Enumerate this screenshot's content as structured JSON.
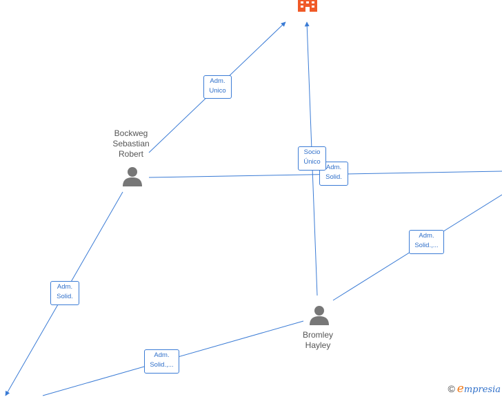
{
  "nodes": {
    "person1": {
      "name_lines": [
        "Bockweg",
        "Sebastian",
        "Robert"
      ]
    },
    "person2": {
      "name_lines": [
        "Bromley",
        "Hayley"
      ]
    }
  },
  "edges": {
    "adm_unico": [
      "Adm.",
      "Unico"
    ],
    "socio_unico": [
      "Socio",
      "Único"
    ],
    "adm_solid_center": [
      "Adm.",
      "Solid."
    ],
    "adm_solid_right": [
      "Adm.",
      "Solid.,..."
    ],
    "adm_solid_left": [
      "Adm.",
      "Solid."
    ],
    "adm_solid_bottom": [
      "Adm.",
      "Solid.,..."
    ]
  },
  "footer": {
    "copyright": "©",
    "brand_initial": "e",
    "brand_rest": "mpresia"
  },
  "colors": {
    "edge": "#3a7bd5",
    "company": "#f05a28",
    "person": "#777777"
  }
}
